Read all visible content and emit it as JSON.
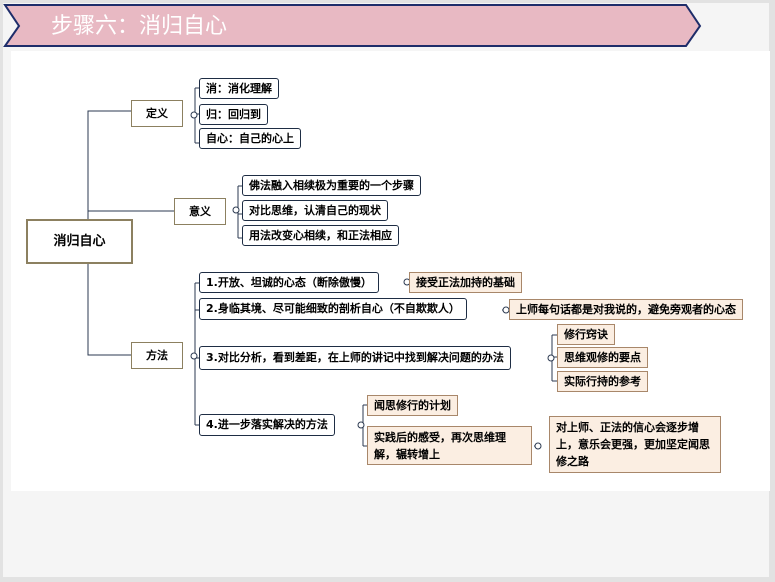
{
  "header": {
    "title": "步骤六：消归自心"
  },
  "colors": {
    "banner": "#e8b9c3",
    "banner_border": "#1e2d6a",
    "branch_border": "#8c8060",
    "leaf_border": "#1e2d44",
    "note_fill": "#fbeee2",
    "connector": "#2b3950"
  },
  "mindmap": {
    "root": "消归自心",
    "definition": {
      "label": "定义",
      "items": [
        "消：消化理解",
        "归：回归到",
        "自心：自己的心上"
      ]
    },
    "meaning": {
      "label": "意义",
      "items": [
        "佛法融入相续极为重要的一个步骤",
        "对比思维，认清自己的现状",
        "用法改变心相续，和正法相应"
      ]
    },
    "method": {
      "label": "方法",
      "steps": [
        {
          "text": "1.开放、坦诚的心态（断除傲慢）",
          "notes": [
            "接受正法加持的基础"
          ]
        },
        {
          "text": "2.身临其境、尽可能细致的剖析自心（不自欺欺人）",
          "notes": [
            "上师每句话都是对我说的，避免旁观者的心态"
          ]
        },
        {
          "text": "3.对比分析，看到差距，在上师的讲记中找到解决问题的办法",
          "notes": [
            "修行窍诀",
            "思维观修的要点",
            "实际行持的参考"
          ]
        },
        {
          "text": "4.进一步落实解决的方法",
          "notes": [
            "闻思修行的计划",
            "实践后的感受，再次思维理解，辗转增上"
          ],
          "sub_note": "对上师、正法的信心会逐步增上，意乐会更强，更加坚定闻思修之路"
        }
      ]
    }
  }
}
